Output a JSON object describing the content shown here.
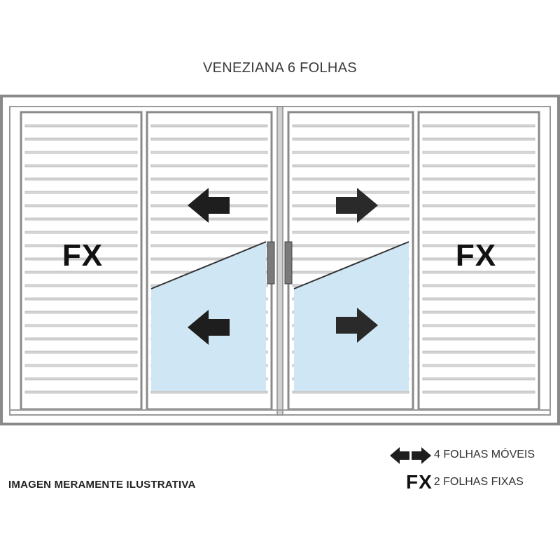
{
  "title": "VENEZIANA 6 FOLHAS",
  "panels": [
    {
      "type": "fixed",
      "label": "FX"
    },
    {
      "type": "sliding",
      "direction": "left",
      "glass_lower": true
    },
    {
      "type": "sliding",
      "direction": "right",
      "glass_lower": true
    },
    {
      "type": "fixed",
      "label": "FX"
    }
  ],
  "legend": {
    "moveis_text": "4 FOLHAS MÓVEIS",
    "fixas_symbol": "FX",
    "fixas_text": "2 FOLHAS FIXAS"
  },
  "disclaimer": "IMAGEN MERAMENTE ILUSTRATIVA",
  "colors": {
    "frame": "#8a8a8a",
    "slat": "#d8d8d8",
    "glass": "#cfe6f5",
    "arrow": "#1e1e1e",
    "text": "#111111"
  }
}
